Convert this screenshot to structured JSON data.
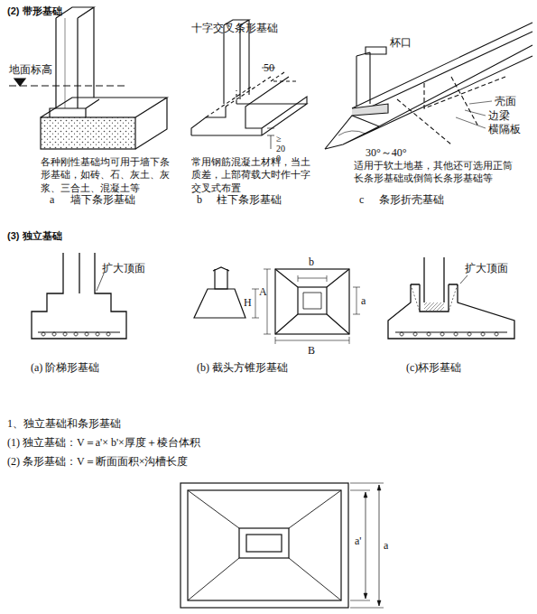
{
  "diagram": {
    "labels": [
      "(2) 带形基础",
      "地面标高",
      "十字交叉条形基础",
      "50",
      "≥200",
      "杯口",
      "壳面",
      "边梁",
      "横隔板",
      "30°～40°",
      "各种刚性基础均可用于墙下条形基础，如砖、石、灰土、灰浆、三合土、混凝土等",
      "a",
      "墙下条形基础",
      "常用钢筋混凝土材料，当土质差，上部荷载大时作十字交叉式布置",
      "b",
      "柱下条形基础",
      "适用于软土地基，其他还可选用正筒长条形基础或倒筒长条形基础等",
      "c",
      "条形折壳基础",
      "(3) 独立基础",
      "扩大顶面",
      "b",
      "a",
      "H",
      "A",
      "B",
      "扩大顶面",
      "(a) 阶梯形基础",
      "(b) 截头方锥形基础",
      "(c)杯形基础",
      "1、独立基础和条形基础",
      "(1) 独立基础：V＝a'× b'×厚度＋棱台体积",
      "(2) 条形基础：V＝断面面积×沟槽长度",
      "a'",
      "a"
    ]
  }
}
